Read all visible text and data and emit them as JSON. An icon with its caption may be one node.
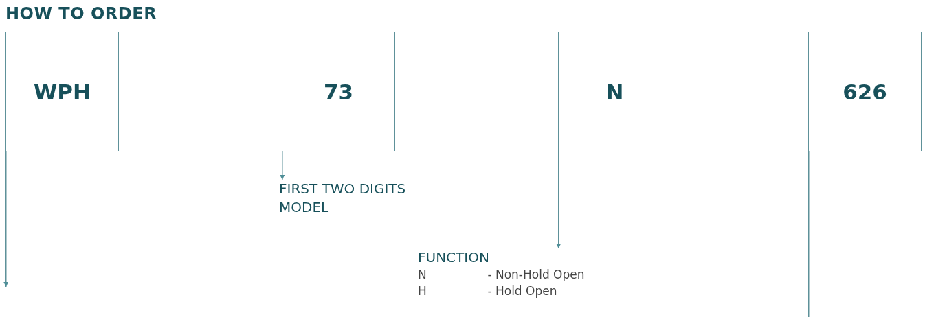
{
  "diagram": {
    "title": "HOW TO ORDER",
    "nodes": [
      {
        "text": [
          "WPH"
        ]
      },
      {
        "text": [
          "73"
        ]
      },
      {
        "text": [
          "N"
        ]
      },
      {
        "text": [
          "626"
        ]
      },
      {
        "text": [
          "FIRST TWO DIGITS MODEL"
        ]
      },
      {
        "text": [
          "FUNCTION",
          "N - Non-Hold Open",
          "H - Hold Open"
        ]
      }
    ],
    "edges": [
      {
        "from": 0,
        "to": null,
        "arrow": "to"
      },
      {
        "from": 1,
        "to": 4,
        "arrow": "to"
      },
      {
        "from": 2,
        "to": 5,
        "arrow": "to"
      },
      {
        "from": 3,
        "to": null,
        "arrow": "none"
      }
    ]
  }
}
